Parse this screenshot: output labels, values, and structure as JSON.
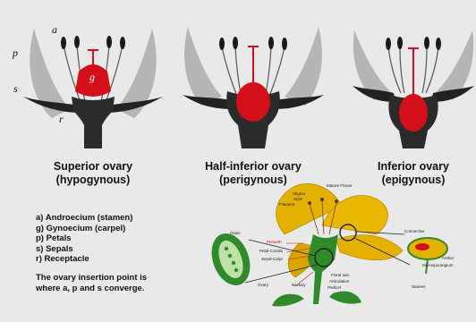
{
  "diagram": {
    "side_labels": {
      "a": "a",
      "p": "p",
      "s": "s",
      "r": "r",
      "g": "g"
    },
    "captions": [
      {
        "title": "Superior ovary",
        "subtitle": "(hypogynous)"
      },
      {
        "title": "Half-inferior ovary",
        "subtitle": "(perigynous)"
      },
      {
        "title": "Inferior ovary",
        "subtitle": "(epigynous)"
      }
    ],
    "legend": [
      "a) Androecium (stamen)",
      "g) Gynoecium (carpel)",
      "p) Petals",
      "s) Sepals",
      "r) Receptacle"
    ],
    "note_lines": [
      "The ovary insertion point is",
      "where a, p and s converge."
    ],
    "colors": {
      "petal": "#b5b5b5",
      "sepal_receptacle": "#2b2b2b",
      "ovary": "#d3101a",
      "stigma_line": "#d3101a",
      "flower_petal": "#e5b100",
      "flower_green": "#2f8a2a"
    },
    "inset_labels": {
      "mature_flower": "Mature Flower",
      "stigma": "Stigma",
      "style": "Style",
      "filament": "Filament",
      "perianth": "Perianth",
      "petal_corolla": "Petal-Corolla",
      "sepal_calyx": "Sepal-Calyx",
      "ovule": "Ovule",
      "ovary": "Ovary",
      "nectary": "Nectary",
      "floral_axis": "Floral axis",
      "articulation": "Articulation",
      "pedicel": "Pedicel",
      "connective": "Connective",
      "anther": "Anther",
      "microsporangium": "Microsporangium",
      "stamen": "Stamen"
    }
  }
}
